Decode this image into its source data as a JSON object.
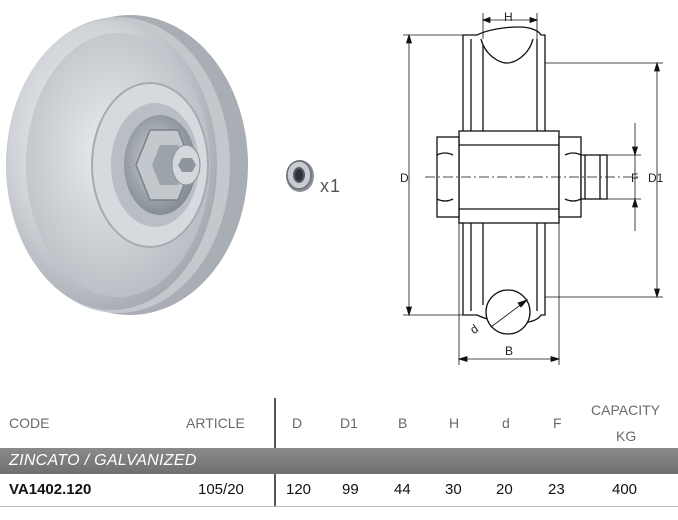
{
  "drawing_labels": {
    "H": "H",
    "D": "D",
    "D1": "D1",
    "F": "F",
    "B": "B",
    "d": "d"
  },
  "accessory": {
    "qty_label": "x1"
  },
  "table": {
    "headers": {
      "code": "CODE",
      "article": "ARTICLE",
      "D": "D",
      "D1": "D1",
      "B": "B",
      "H": "H",
      "d": "d",
      "F": "F",
      "capacity_line1": "CAPACITY",
      "capacity_line2": "KG"
    },
    "group_label": "ZINCATO / GALVANIZED",
    "rows": [
      {
        "code": "VA1402.120",
        "article": "105/20",
        "D": "120",
        "D1": "99",
        "B": "44",
        "H": "30",
        "d": "20",
        "F": "23",
        "capacity": "400"
      }
    ]
  }
}
